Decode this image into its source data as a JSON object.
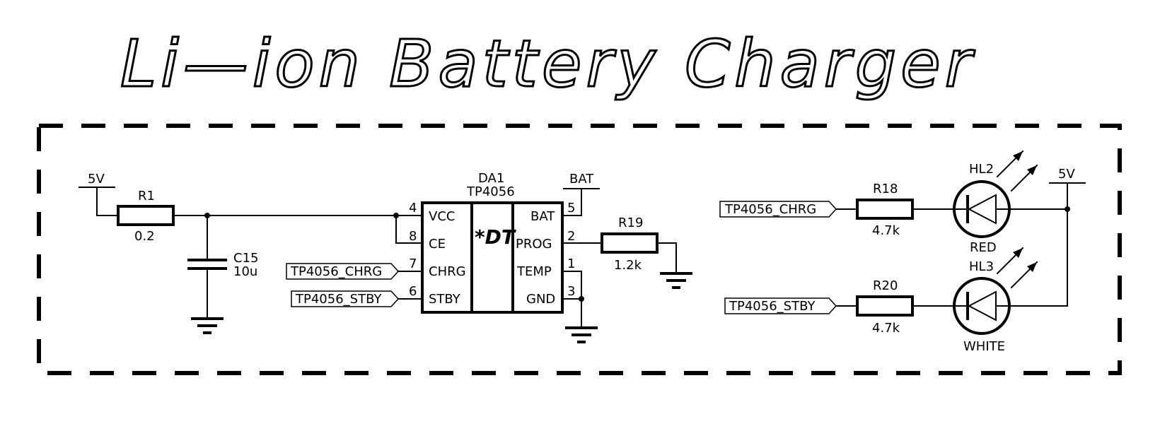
{
  "title": "Li—ion Battery Charger",
  "ic": {
    "ref": "DA1",
    "part": "TP4056",
    "center": "*DT",
    "left_pins": [
      {
        "num": "4",
        "name": "VCC"
      },
      {
        "num": "8",
        "name": "CE"
      },
      {
        "num": "7",
        "name": "CHRG"
      },
      {
        "num": "6",
        "name": "STBY"
      }
    ],
    "right_pins": [
      {
        "num": "5",
        "name": "BAT"
      },
      {
        "num": "2",
        "name": "PROG"
      },
      {
        "num": "1",
        "name": "TEMP"
      },
      {
        "num": "3",
        "name": "GND"
      }
    ]
  },
  "power": {
    "v5_left": "5V",
    "bat": "BAT",
    "v5_right": "5V"
  },
  "r1": {
    "ref": "R1",
    "value": "0.2"
  },
  "c15": {
    "ref": "C15",
    "value": "10u"
  },
  "r19": {
    "ref": "R19",
    "value": "1.2k"
  },
  "r18": {
    "ref": "R18",
    "value": "4.7k"
  },
  "r20": {
    "ref": "R20",
    "value": "4.7k"
  },
  "hl2": {
    "ref": "HL2",
    "color": "RED"
  },
  "hl3": {
    "ref": "HL3",
    "color": "WHITE"
  },
  "nets": {
    "chrg_left": "TP4056_CHRG",
    "stby_left": "TP4056_STBY",
    "chrg_right": "TP4056_CHRG",
    "stby_right": "TP4056_STBY"
  }
}
